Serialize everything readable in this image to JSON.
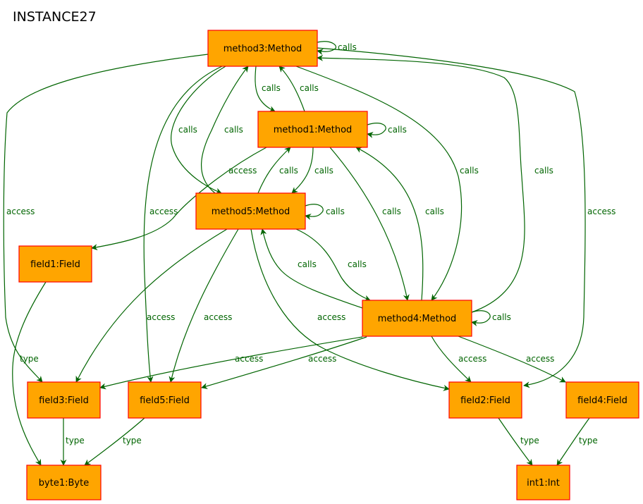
{
  "title": "INSTANCE27",
  "colors": {
    "node_fill": "#ffa500",
    "node_border": "#ff0000",
    "edge": "#006400",
    "edge_label": "#006400"
  },
  "nodes": {
    "method3": "method3:Method",
    "method1": "method1:Method",
    "method5": "method5:Method",
    "method4": "method4:Method",
    "field1": "field1:Field",
    "field3": "field3:Field",
    "field5": "field5:Field",
    "field2": "field2:Field",
    "field4": "field4:Field",
    "byte1": "byte1:Byte",
    "int1": "int1:Int"
  },
  "edges": [
    {
      "from": "method3",
      "to": "method3",
      "label": "calls"
    },
    {
      "from": "method3",
      "to": "method1",
      "label": "calls"
    },
    {
      "from": "method1",
      "to": "method3",
      "label": "calls"
    },
    {
      "from": "method3",
      "to": "method5",
      "label": "calls"
    },
    {
      "from": "method5",
      "to": "method3",
      "label": "calls"
    },
    {
      "from": "method3",
      "to": "method4",
      "label": "calls"
    },
    {
      "from": "method4",
      "to": "method3",
      "label": "calls"
    },
    {
      "from": "method3",
      "to": "field3",
      "label": "access"
    },
    {
      "from": "method3",
      "to": "field5",
      "label": "access"
    },
    {
      "from": "method3",
      "to": "field2",
      "label": "access"
    },
    {
      "from": "method1",
      "to": "method1",
      "label": "calls"
    },
    {
      "from": "method1",
      "to": "field1",
      "label": "access"
    },
    {
      "from": "method1",
      "to": "method5",
      "label": "calls"
    },
    {
      "from": "method5",
      "to": "method1",
      "label": "calls"
    },
    {
      "from": "method1",
      "to": "method4",
      "label": "calls"
    },
    {
      "from": "method4",
      "to": "method1",
      "label": "calls"
    },
    {
      "from": "method5",
      "to": "method5",
      "label": "calls"
    },
    {
      "from": "method5",
      "to": "method4",
      "label": "calls"
    },
    {
      "from": "method4",
      "to": "method5",
      "label": "calls"
    },
    {
      "from": "method5",
      "to": "field3",
      "label": "access"
    },
    {
      "from": "method5",
      "to": "field5",
      "label": "access"
    },
    {
      "from": "method5",
      "to": "field2",
      "label": "access"
    },
    {
      "from": "method4",
      "to": "method4",
      "label": "calls"
    },
    {
      "from": "method4",
      "to": "field3",
      "label": "access"
    },
    {
      "from": "method4",
      "to": "field5",
      "label": "access"
    },
    {
      "from": "method4",
      "to": "field2",
      "label": "access"
    },
    {
      "from": "method4",
      "to": "field4",
      "label": "access"
    },
    {
      "from": "field1",
      "to": "byte1",
      "label": "type"
    },
    {
      "from": "field3",
      "to": "byte1",
      "label": "type"
    },
    {
      "from": "field5",
      "to": "byte1",
      "label": "type"
    },
    {
      "from": "field2",
      "to": "int1",
      "label": "type"
    },
    {
      "from": "field4",
      "to": "int1",
      "label": "type"
    }
  ]
}
